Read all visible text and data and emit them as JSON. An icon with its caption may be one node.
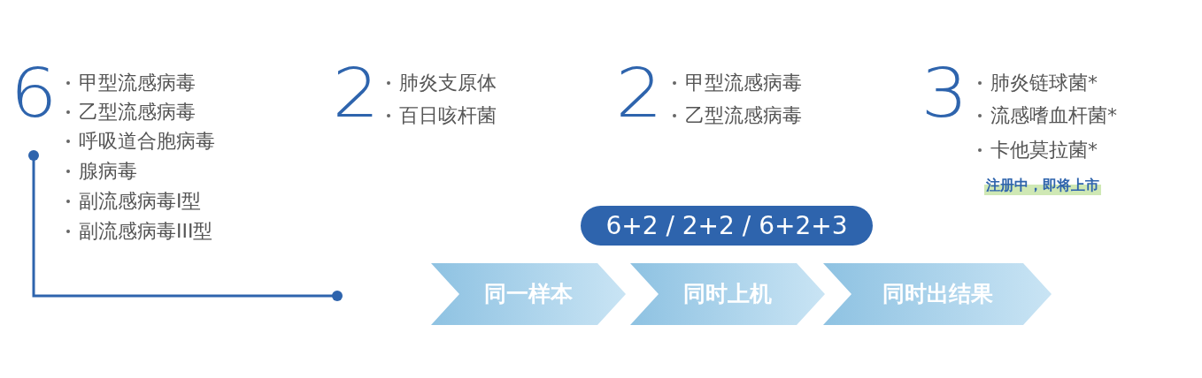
{
  "diagram": {
    "nodes": [
      {
        "text": [
          "6+2 / 2+2 / 6+2+3"
        ]
      },
      {
        "text": [
          "同一样本"
        ]
      },
      {
        "text": [
          "同时上机"
        ]
      },
      {
        "text": [
          "同时出结果"
        ]
      }
    ],
    "edges": [],
    "labels": [
      "6",
      "甲型流感病毒",
      "乙型流感病毒",
      "呼吸道合胞病毒",
      "腺病毒",
      "副流感病毒I型",
      "副流感病毒III型",
      "2",
      "肺炎支原体",
      "百日咳杆菌",
      "2",
      "甲型流感病毒",
      "乙型流感病毒",
      "3",
      "肺炎链球菌*",
      "流感嗜血杆菌*",
      "卡他莫拉菌*",
      "注册中，即将上市"
    ]
  }
}
